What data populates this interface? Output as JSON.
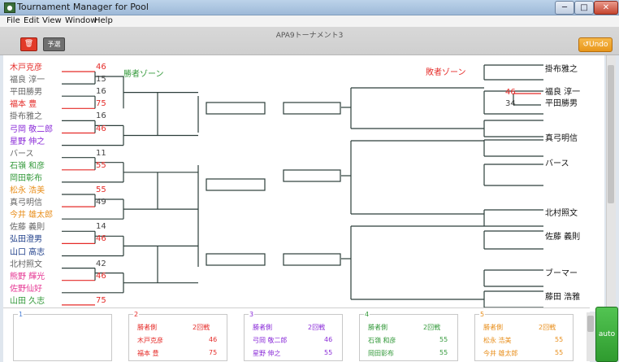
{
  "window": {
    "title": "Tournament Manager for Pool",
    "controls": [
      "─",
      "□",
      "✕"
    ]
  },
  "menu": [
    "File",
    "Edit",
    "View",
    "Window",
    "Help"
  ],
  "toolbar": {
    "document_title": "APA9トーナメント3",
    "delete_icon": "trash-icon",
    "prelim_label": "予選",
    "undo_label": "Undo",
    "undo_icon": "undo-icon"
  },
  "bracket": {
    "winners_zone_label": "勝者ゾーン",
    "losers_zone_label": "敗者ゾーン",
    "players": [
      {
        "name": "木戸克彦",
        "color": "#e52b28"
      },
      {
        "name": "福良 淳一",
        "color": "#666666"
      },
      {
        "name": "平田勝男",
        "color": "#666666"
      },
      {
        "name": "福本 豊",
        "color": "#e52b28"
      },
      {
        "name": "掛布雅之",
        "color": "#666666"
      },
      {
        "name": "弓岡 敬二郎",
        "color": "#8a2bd8"
      },
      {
        "name": "星野 伸之",
        "color": "#8a2bd8"
      },
      {
        "name": "バース",
        "color": "#666666"
      },
      {
        "name": "石嶺 和彦",
        "color": "#33993a"
      },
      {
        "name": "岡田彰布",
        "color": "#33993a"
      },
      {
        "name": "松永 浩美",
        "color": "#e88e1a"
      },
      {
        "name": "真弓明信",
        "color": "#666666"
      },
      {
        "name": "今井 雄太郎",
        "color": "#e88e1a"
      },
      {
        "name": "佐藤 義則",
        "color": "#666666"
      },
      {
        "name": "弘田澄男",
        "color": "#1f3f8a"
      },
      {
        "name": "山口 高志",
        "color": "#1f3f8a"
      },
      {
        "name": "北村照文",
        "color": "#666666"
      },
      {
        "name": "熊野 輝光",
        "color": "#e63a95"
      },
      {
        "name": "佐野仙好",
        "color": "#e63a95"
      },
      {
        "name": "山田 久志",
        "color": "#33993a"
      }
    ],
    "scores": [
      {
        "value": "46",
        "color": "#e52b28"
      },
      {
        "value": "15",
        "color": "#444444"
      },
      {
        "value": "16",
        "color": "#444444"
      },
      {
        "value": "75",
        "color": "#e52b28"
      },
      {
        "value": "16",
        "color": "#444444"
      },
      {
        "value": "46",
        "color": "#e52b28"
      },
      {
        "value": "11",
        "color": "#444444"
      },
      {
        "value": "55",
        "color": "#e52b28"
      },
      {
        "value": "55",
        "color": "#e52b28"
      },
      {
        "value": "49",
        "color": "#444444"
      },
      {
        "value": "14",
        "color": "#444444"
      },
      {
        "value": "46",
        "color": "#e52b28"
      },
      {
        "value": "42",
        "color": "#444444"
      },
      {
        "value": "46",
        "color": "#e52b28"
      },
      {
        "value": "75",
        "color": "#e52b28"
      }
    ],
    "losers": [
      {
        "name": "掛布雅之"
      },
      {
        "name": "福良 淳一"
      },
      {
        "name": "平田勝男"
      },
      {
        "name": "真弓明信"
      },
      {
        "name": "バース"
      },
      {
        "name": "北村照文"
      },
      {
        "name": "佐藤 義則"
      },
      {
        "name": "ブーマー"
      },
      {
        "name": "藤田 浩雅"
      }
    ],
    "loser_scores": [
      {
        "value": "46",
        "color": "#e52b28"
      },
      {
        "value": "34",
        "color": "#444444"
      }
    ]
  },
  "matches": [
    {
      "number": "1",
      "color": "#4a7fd6",
      "side": "",
      "round": "",
      "p1": "",
      "s1": "",
      "p2": "",
      "s2": ""
    },
    {
      "number": "2",
      "color": "#e52b28",
      "side": "勝者側",
      "round": "2回戦",
      "p1": "木戸克彦",
      "s1": "46",
      "p2": "福本 豊",
      "s2": "75"
    },
    {
      "number": "3",
      "color": "#8a2bd8",
      "side": "勝者側",
      "round": "2回戦",
      "p1": "弓岡 敬二郎",
      "s1": "46",
      "p2": "星野 伸之",
      "s2": "55"
    },
    {
      "number": "4",
      "color": "#33993a",
      "side": "勝者側",
      "round": "2回戦",
      "p1": "石嶺 和彦",
      "s1": "55",
      "p2": "岡田彰布",
      "s2": "55"
    },
    {
      "number": "5",
      "color": "#e88e1a",
      "side": "勝者側",
      "round": "2回戦",
      "p1": "松永 浩美",
      "s1": "55",
      "p2": "今井 雄太郎",
      "s2": "55"
    }
  ],
  "auto_label": "auto"
}
